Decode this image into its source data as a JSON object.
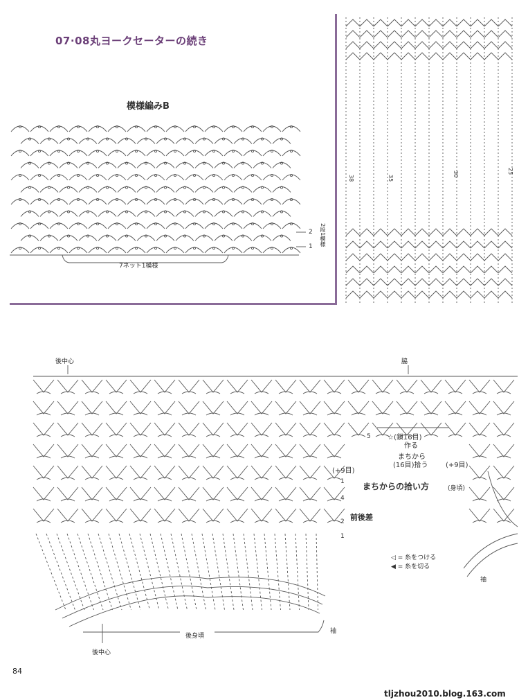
{
  "page": {
    "title": "07·08丸ヨークセーターの続き",
    "page_number": "84",
    "watermark": "tljzhou2010.blog.163.com"
  },
  "pattern_b": {
    "title": "模様編みB",
    "repeat_label": "7ネット1模様",
    "row_2": "2",
    "row_1": "1",
    "vertical_note": "2段1模様"
  },
  "top_right": {
    "row_counts": [
      "38",
      "35",
      "30",
      "25"
    ]
  },
  "lower": {
    "back_center_top": "後中心",
    "side": "脇",
    "chain_note": "☆(鎖16目)",
    "make": "作る",
    "from_gusset": "まちから",
    "pick_16": "(16目)拾う",
    "plus_9_right": "(+9目)",
    "plus_9_left": "(+9目)",
    "pickup_title": "まちからの拾い方",
    "body": "(身頃)",
    "front_back_diff": "前後差",
    "rows": [
      "5",
      "1",
      "4",
      "2",
      "1"
    ],
    "legend_attach": "◁ = 糸をつける",
    "legend_cut": "◀ = 糸を切る",
    "sleeve_left": "袖",
    "sleeve_right": "袖",
    "back_neck": "後身頃",
    "back_center_bottom": "後中心"
  },
  "colors": {
    "accent": "#6b3f78",
    "frame": "#8a6b98",
    "ink": "#555555"
  }
}
